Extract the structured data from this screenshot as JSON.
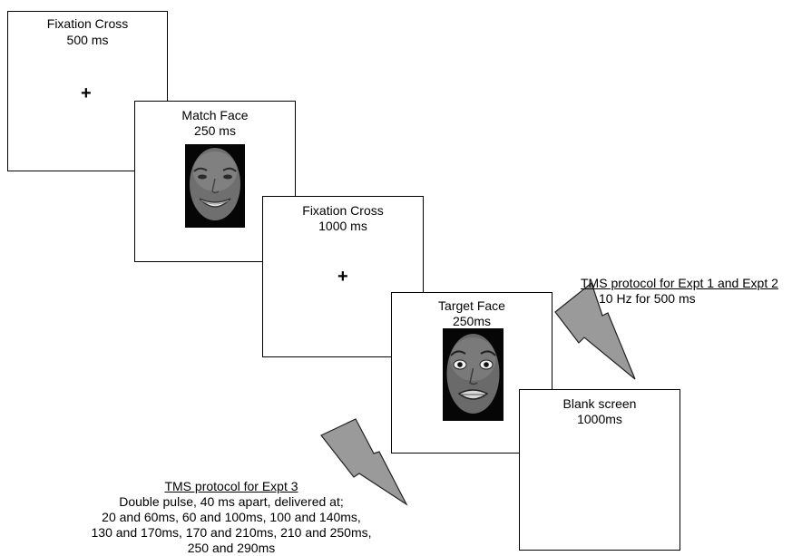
{
  "screens": {
    "fixation1": {
      "title": "Fixation Cross",
      "duration": "500 ms",
      "symbol": "+"
    },
    "match_face": {
      "title": "Match Face",
      "duration": "250 ms",
      "image": "smiling-face-photo"
    },
    "fixation2": {
      "title": "Fixation Cross",
      "duration": "1000 ms",
      "symbol": "+"
    },
    "target_face": {
      "title": "Target Face",
      "duration": "250ms",
      "image": "fearful-face-photo"
    },
    "blank": {
      "title": "Blank screen",
      "duration": "1000ms"
    }
  },
  "tms_expt12": {
    "heading": "TMS protocol for Expt 1 and Expt 2",
    "detail": "10 Hz for 500 ms",
    "icon": "lightning-bolt-icon"
  },
  "tms_expt3": {
    "heading": "TMS protocol for Expt 3",
    "lines": [
      "Double pulse, 40 ms apart, delivered at;",
      "20 and 60ms, 60 and 100ms, 100 and 140ms,",
      "130 and 170ms, 170 and 210ms, 210 and 250ms,",
      "250 and 290ms"
    ],
    "icon": "lightning-bolt-icon"
  },
  "colors": {
    "bolt_fill": "#9a9a9a",
    "bolt_stroke": "#222222",
    "border": "#000000"
  }
}
